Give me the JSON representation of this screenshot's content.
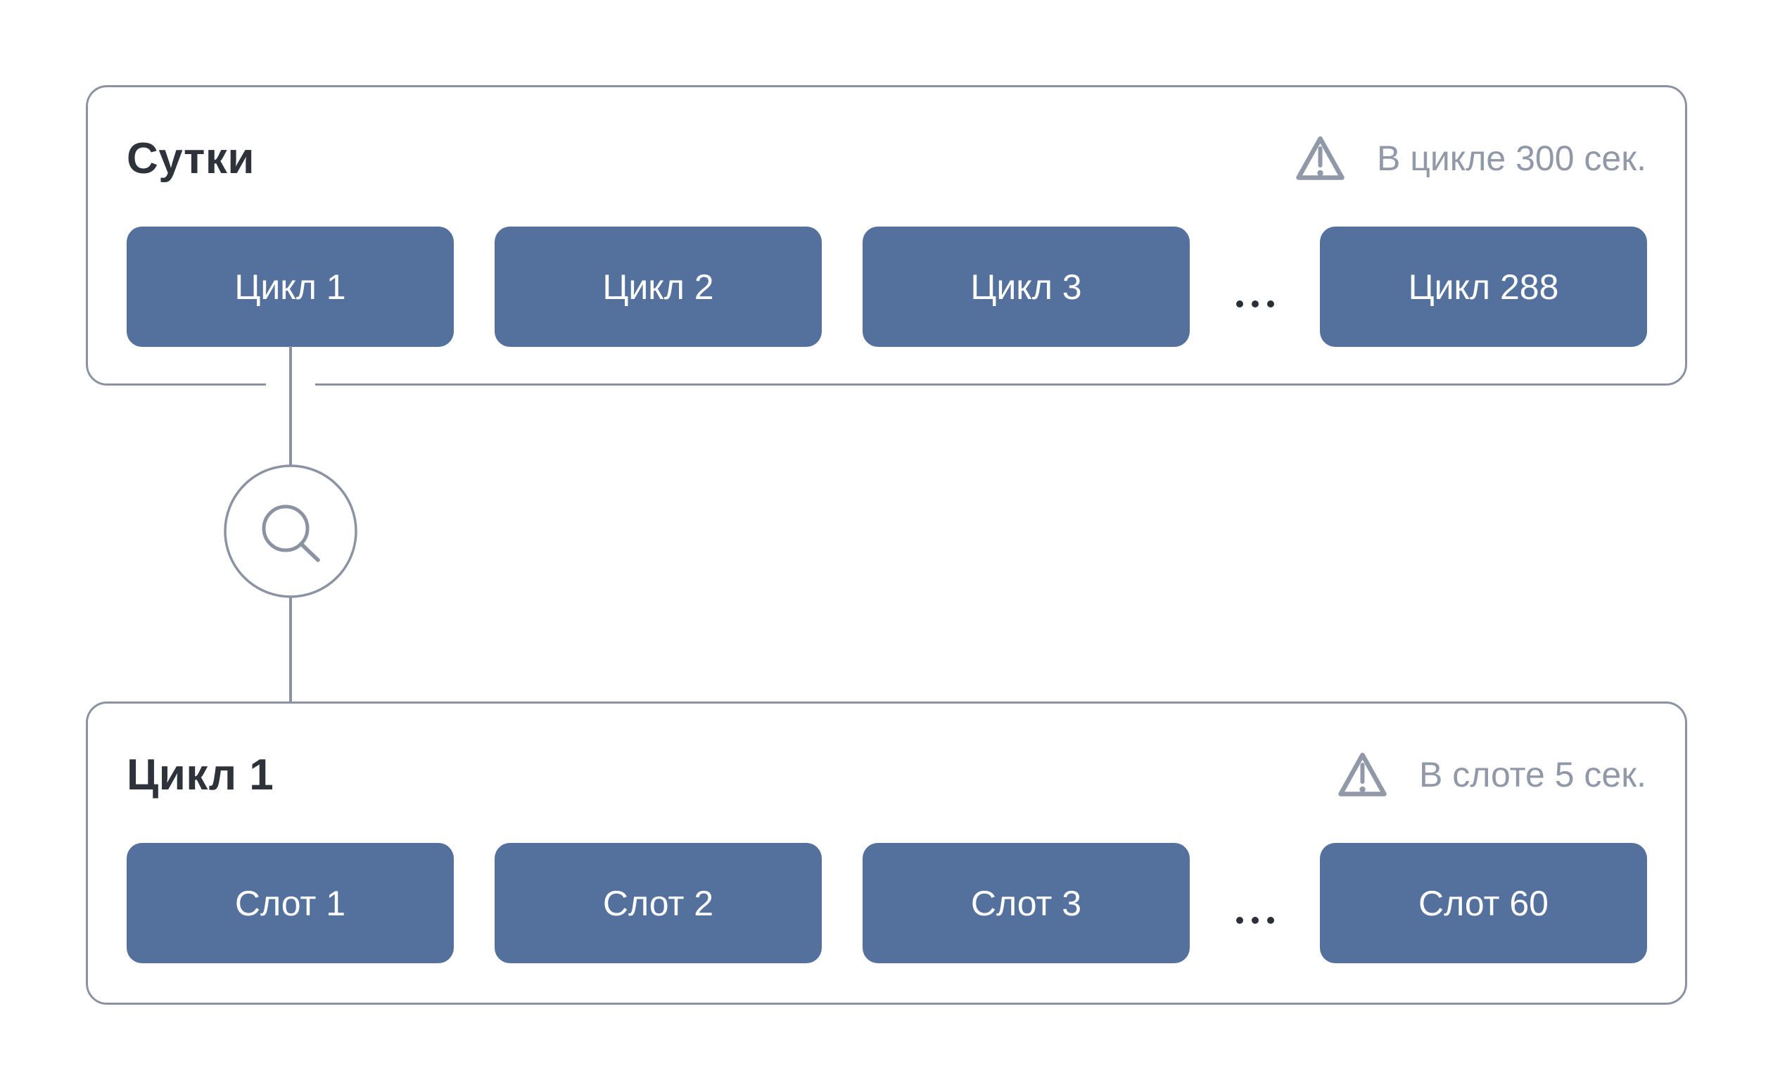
{
  "palette": {
    "chip_blue": "#54719e",
    "border_gray": "#8b93a3",
    "muted_gray": "#9199a9",
    "title_dark": "#2e323b",
    "dot_dark": "#2b2f38"
  },
  "top_panel": {
    "title": "Сутки",
    "warning_text": "В цикле 300 сек.",
    "items": [
      {
        "label": "Цикл 1"
      },
      {
        "label": "Цикл 2"
      },
      {
        "label": "Цикл 3"
      },
      {
        "label": "Цикл 288"
      }
    ],
    "ellipsis": "…"
  },
  "connector": {
    "icon": "magnifier"
  },
  "bottom_panel": {
    "title": "Цикл 1",
    "warning_text": "В слоте 5 сек.",
    "items": [
      {
        "label": "Слот 1"
      },
      {
        "label": "Слот 2"
      },
      {
        "label": "Слот 3"
      },
      {
        "label": "Слот 60"
      }
    ],
    "ellipsis": "…"
  }
}
